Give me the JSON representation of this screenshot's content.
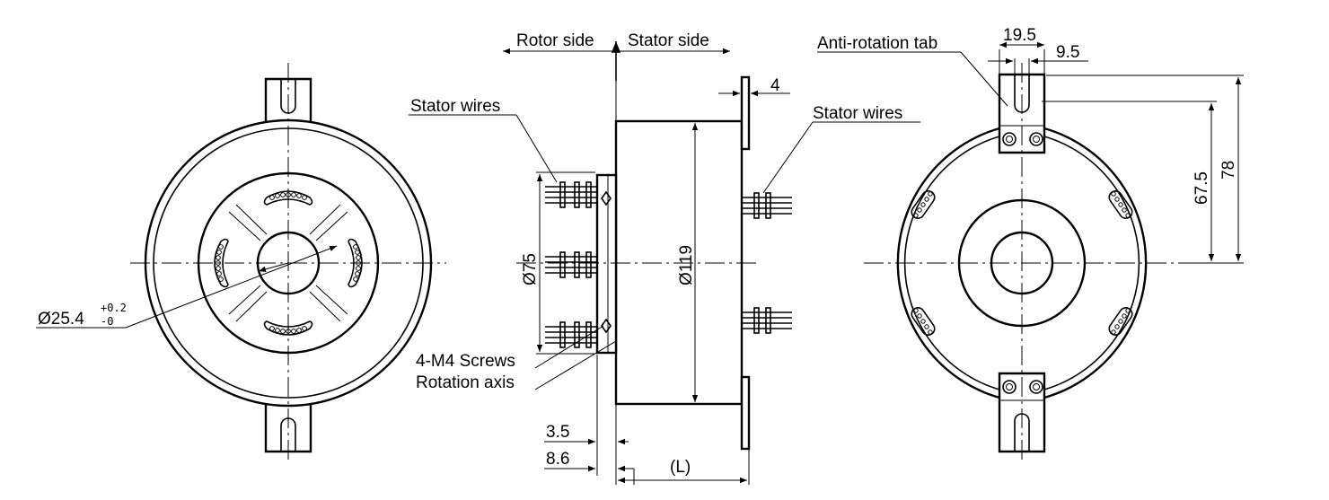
{
  "labels": {
    "rotor_side": "Rotor side",
    "stator_side": "Stator side",
    "stator_wires_left": "Stator wires",
    "stator_wires_right": "Stator wires",
    "anti_rotation_tab": "Anti-rotation tab",
    "screws": "4-M4 Screws",
    "rotation_axis": "Rotation axis",
    "bore_diameter": "Ø25.4",
    "bore_tol_upper": "+0.2",
    "bore_tol_lower": "-0",
    "pcd_diameter": "Ø75",
    "body_diameter": "Ø119",
    "flange_thickness": "4",
    "dim_3_5": "3.5",
    "dim_8_6": "8.6",
    "length": "(L)",
    "tab_width": "19.5",
    "slot_width": "9.5",
    "dim_67_5": "67.5",
    "dim_78": "78"
  },
  "colors": {
    "line": "#000000",
    "background": "#ffffff"
  }
}
